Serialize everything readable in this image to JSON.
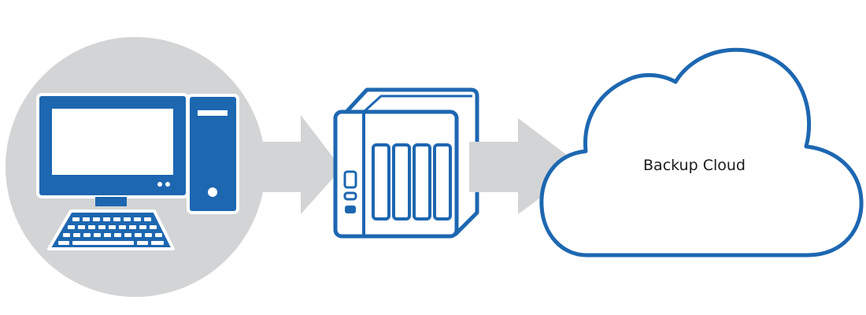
{
  "cloud": {
    "label": "Backup Cloud"
  },
  "nodes": [
    {
      "id": "computer",
      "icon": "desktop-computer-icon"
    },
    {
      "id": "nas",
      "icon": "nas-server-icon"
    },
    {
      "id": "cloud",
      "icon": "cloud-icon"
    }
  ],
  "colors": {
    "primary_blue": "#1d67b1",
    "arrow_gray": "#d3d4d6",
    "circle_gray": "#d3d4d6",
    "background": "#ffffff"
  }
}
